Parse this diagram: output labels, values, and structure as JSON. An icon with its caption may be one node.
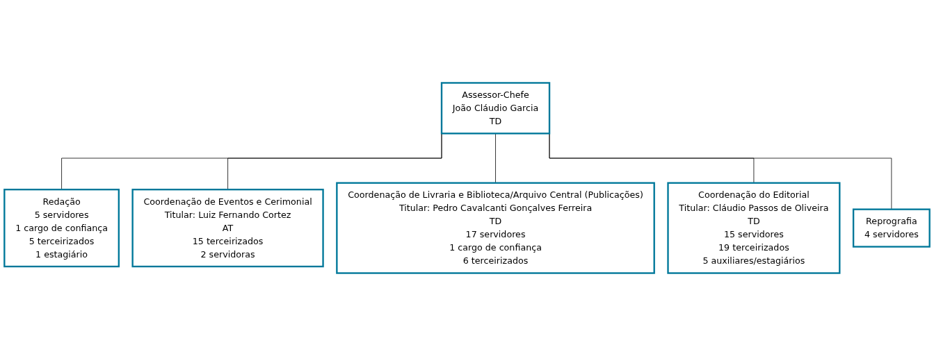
{
  "diagram": {
    "nodes": [
      {
        "text": [
          "Assessor-Chefe",
          "João Cláudio Garcia",
          "TD"
        ]
      },
      {
        "text": [
          "Redação",
          "5 servidores",
          "1 cargo de confiança",
          "5 terceirizados",
          "1 estagiário"
        ]
      },
      {
        "text": [
          "Coordenação de Eventos e Cerimonial",
          "Titular: Luiz Fernando Cortez",
          "AT",
          "15 terceirizados",
          "2 servidoras"
        ]
      },
      {
        "text": [
          "Coordenação de Livraria e Biblioteca/Arquivo Central (Publicações)",
          "Titular: Pedro Cavalcanti Gonçalves Ferreira",
          "TD",
          "17 servidores",
          "1 cargo de confiança",
          "6 terceirizados"
        ]
      },
      {
        "text": [
          "Coordenação do Editorial",
          "Titular: Cláudio Passos de Oliveira",
          "TD",
          "15 servidores",
          "19 terceirizados",
          "5 auxiliares/estagiários"
        ]
      },
      {
        "text": [
          "Reprografia",
          "4 servidores"
        ]
      }
    ],
    "edges": [
      {
        "from": 0,
        "to": 1,
        "arrow": "none"
      },
      {
        "from": 0,
        "to": 2,
        "arrow": "none"
      },
      {
        "from": 0,
        "to": 3,
        "arrow": "none"
      },
      {
        "from": 0,
        "to": 4,
        "arrow": "none"
      },
      {
        "from": 0,
        "to": 5,
        "arrow": "none"
      }
    ]
  }
}
